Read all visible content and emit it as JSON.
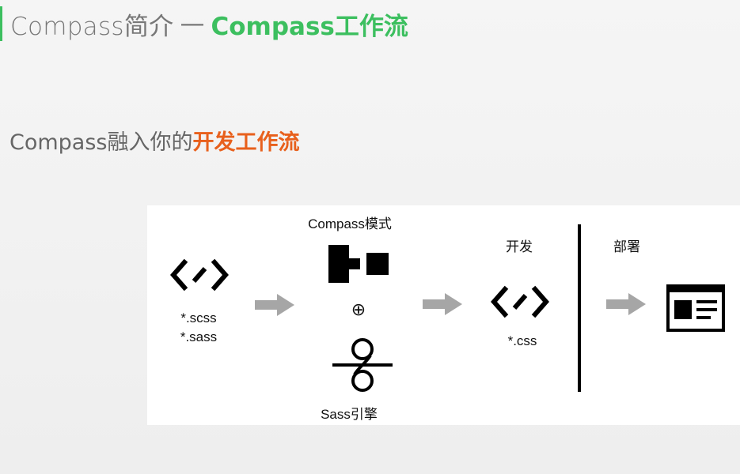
{
  "title": {
    "main": "Compass简介",
    "separator": "—",
    "accent": "Compass工作流"
  },
  "subtitle": {
    "text": "Compass融入你的",
    "accent": "开发工作流"
  },
  "diagram": {
    "source_files": [
      "*.scss",
      "*.sass"
    ],
    "compass_label": "Compass模式",
    "plus_symbol": "⊕",
    "sass_label": "Sass引擎",
    "dev_label": "开发",
    "output_file": "*.css",
    "deploy_label": "部署"
  },
  "colors": {
    "accent_green": "#3cbf5f",
    "accent_orange": "#e8601c",
    "arrow_gray": "#a6a6a6"
  },
  "icons": [
    "code-icon",
    "arrow-right-icon",
    "compass-pattern-icon",
    "sass-engine-icon",
    "divider",
    "webpage-icon"
  ]
}
